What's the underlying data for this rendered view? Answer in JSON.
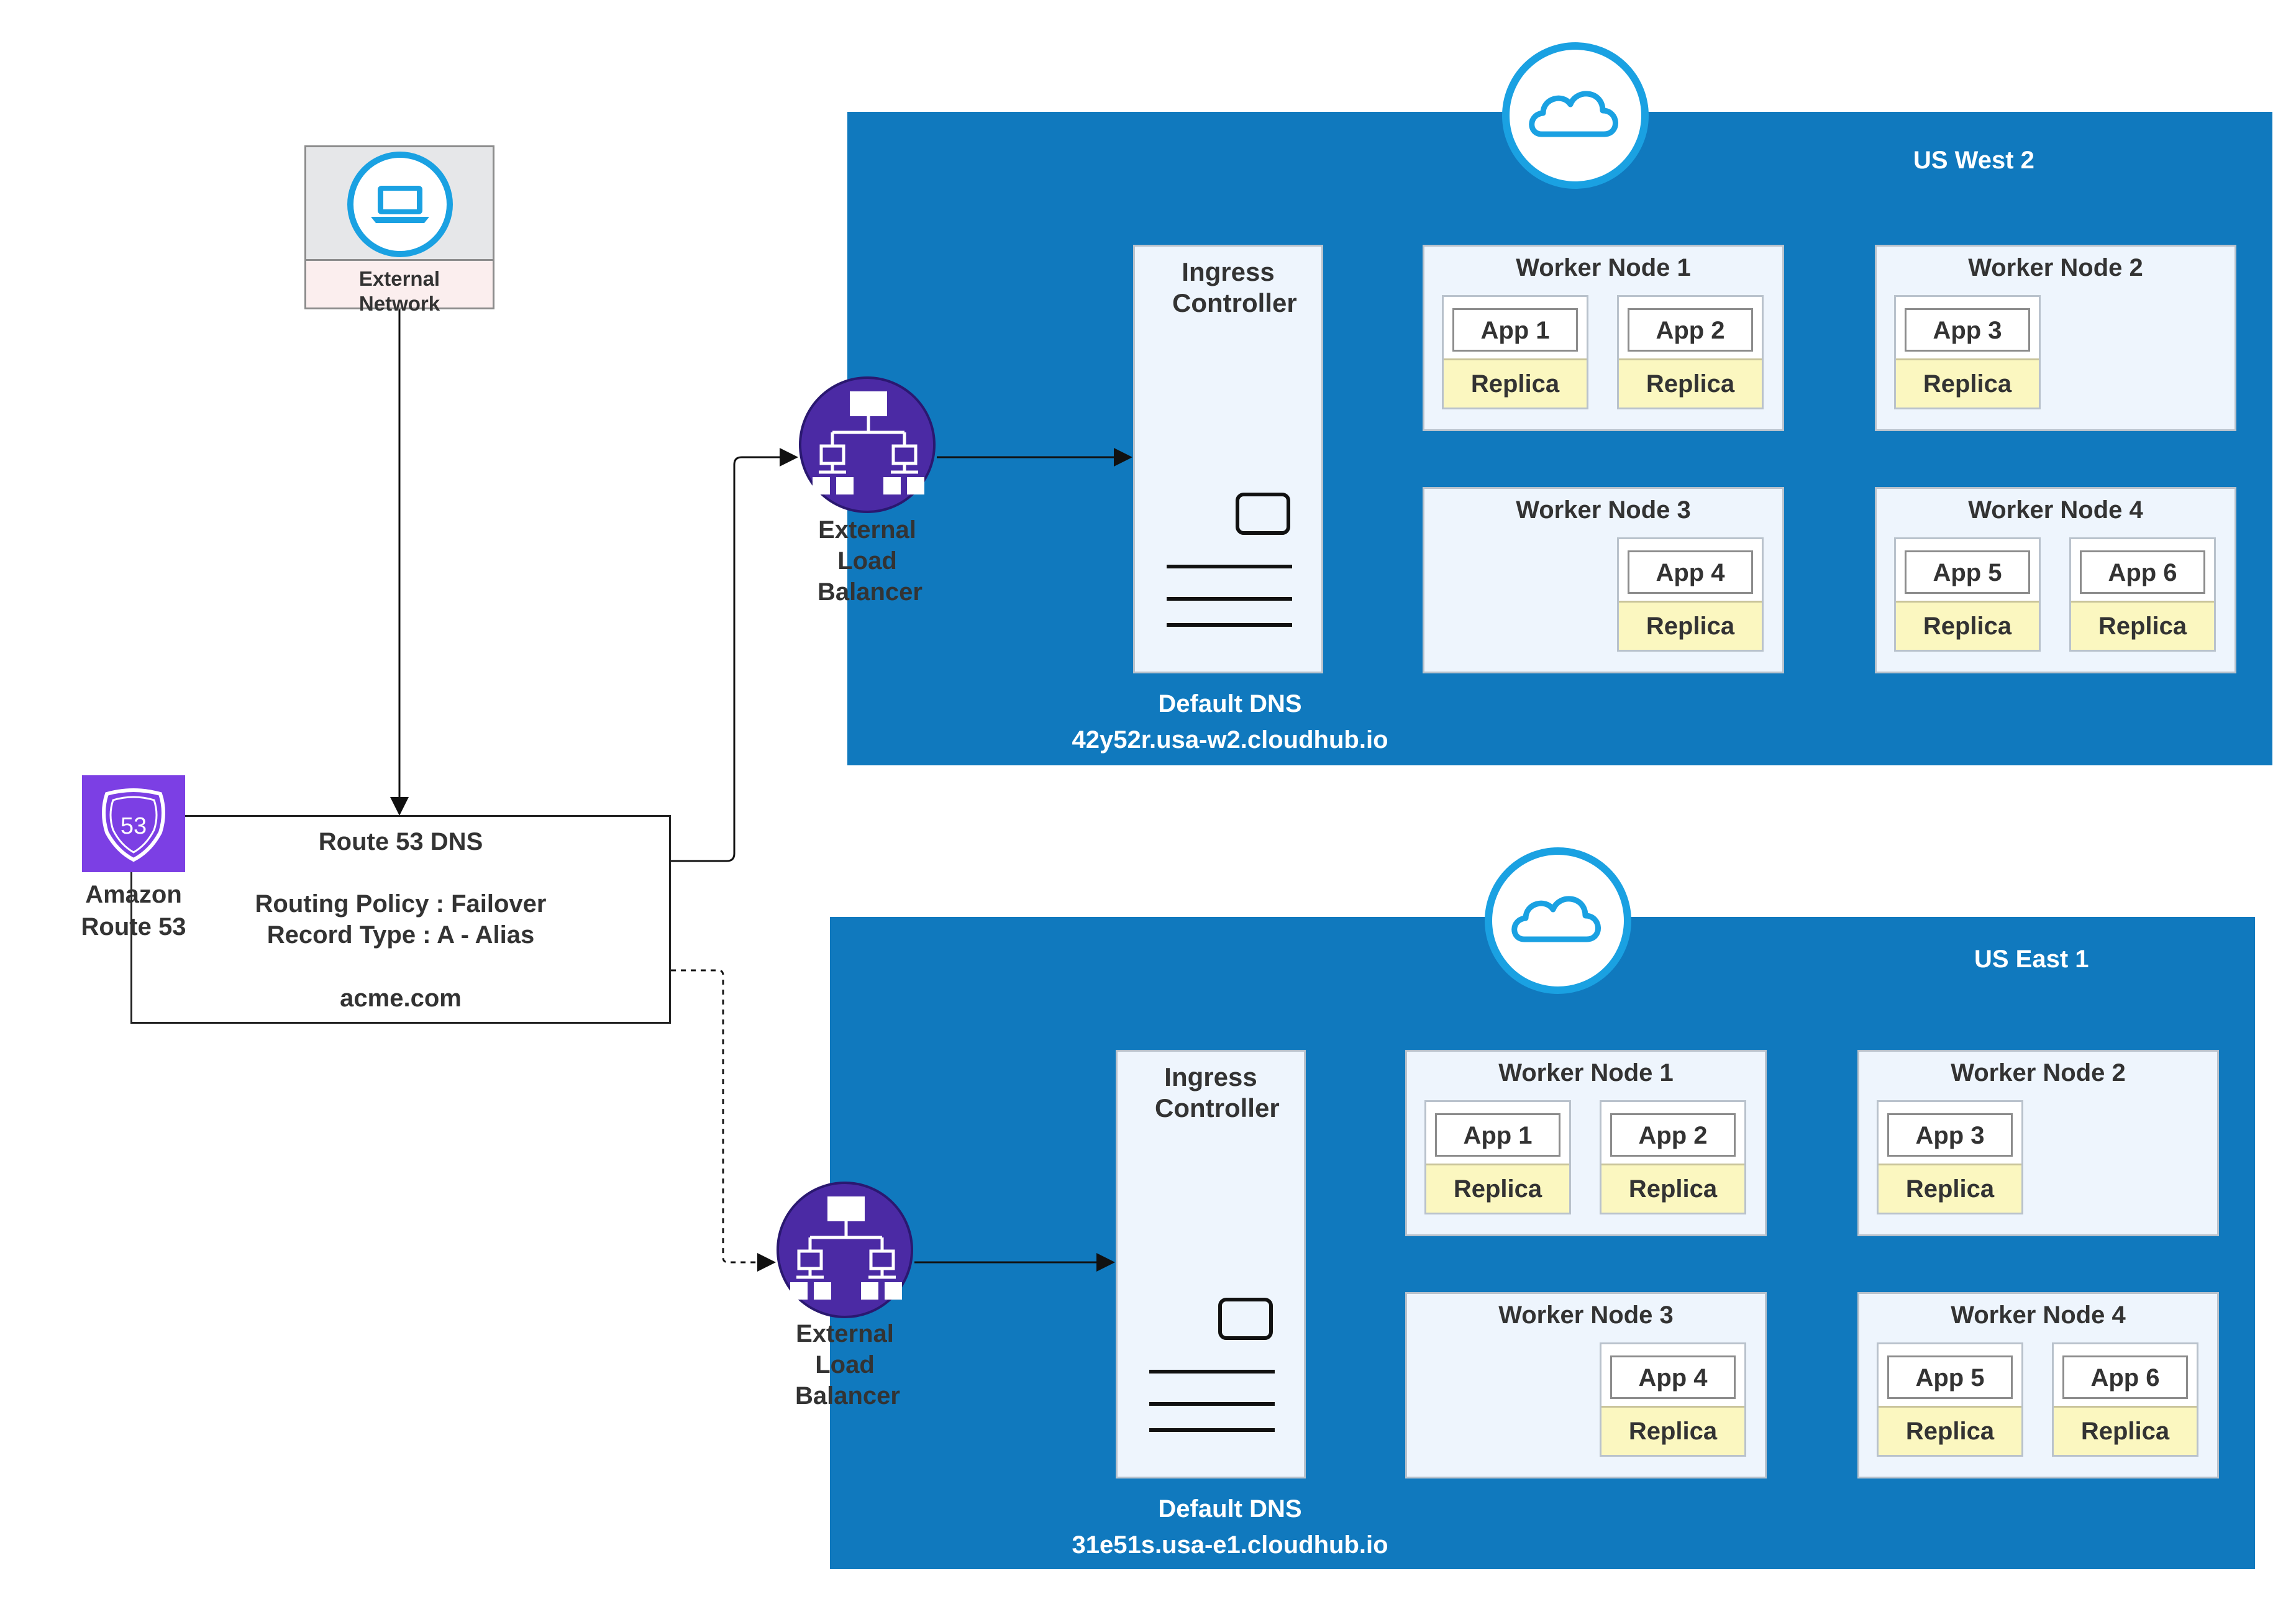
{
  "external_network": {
    "label": "External Network"
  },
  "route53": {
    "service_label": "Amazon Route 53",
    "badge_number": "53",
    "box_title": "Route 53 DNS",
    "routing_policy": "Routing Policy : Failover",
    "record_type": "Record Type : A - Alias",
    "domain": "acme.com"
  },
  "regions": [
    {
      "name": "US West 2",
      "load_balancer_label": "External Load Balancer",
      "ingress_label": "Ingress Controller",
      "dns_title": "Default DNS",
      "dns_host": "42y52r.usa-w2.cloudhub.io",
      "workers": [
        {
          "title": "Worker Node 1",
          "apps": [
            {
              "app": "App 1",
              "replica": "Replica"
            },
            {
              "app": "App 2",
              "replica": "Replica"
            }
          ]
        },
        {
          "title": "Worker Node 2",
          "apps": [
            {
              "app": "App 3",
              "replica": "Replica"
            }
          ]
        },
        {
          "title": "Worker Node 3",
          "apps": [
            {
              "app": "App 4",
              "replica": "Replica"
            }
          ]
        },
        {
          "title": "Worker Node 4",
          "apps": [
            {
              "app": "App 5",
              "replica": "Replica"
            },
            {
              "app": "App 6",
              "replica": "Replica"
            }
          ]
        }
      ]
    },
    {
      "name": "US East 1",
      "load_balancer_label": "External Load Balancer",
      "ingress_label": "Ingress Controller",
      "dns_title": "Default DNS",
      "dns_host": "31e51s.usa-e1.cloudhub.io",
      "workers": [
        {
          "title": "Worker Node 1",
          "apps": [
            {
              "app": "App 1",
              "replica": "Replica"
            },
            {
              "app": "App 2",
              "replica": "Replica"
            }
          ]
        },
        {
          "title": "Worker Node 2",
          "apps": [
            {
              "app": "App 3",
              "replica": "Replica"
            }
          ]
        },
        {
          "title": "Worker Node 3",
          "apps": [
            {
              "app": "App 4",
              "replica": "Replica"
            }
          ]
        },
        {
          "title": "Worker Node 4",
          "apps": [
            {
              "app": "App 5",
              "replica": "Replica"
            },
            {
              "app": "App 6",
              "replica": "Replica"
            }
          ]
        }
      ]
    }
  ],
  "icons": {
    "external_network": "laptop-icon",
    "route53": "route53-shield-icon",
    "load_balancer": "load-balancer-icon",
    "cloud": "cloud-icon",
    "ingress": "server-icon"
  },
  "colors": {
    "region_fill": "#1079be",
    "cloud_ring": "#1aa1e2",
    "load_balancer": "#4b2aa4",
    "route53": "#8c4fff",
    "replica_fill": "#fbf7c0",
    "node_fill": "#eef5fd"
  }
}
